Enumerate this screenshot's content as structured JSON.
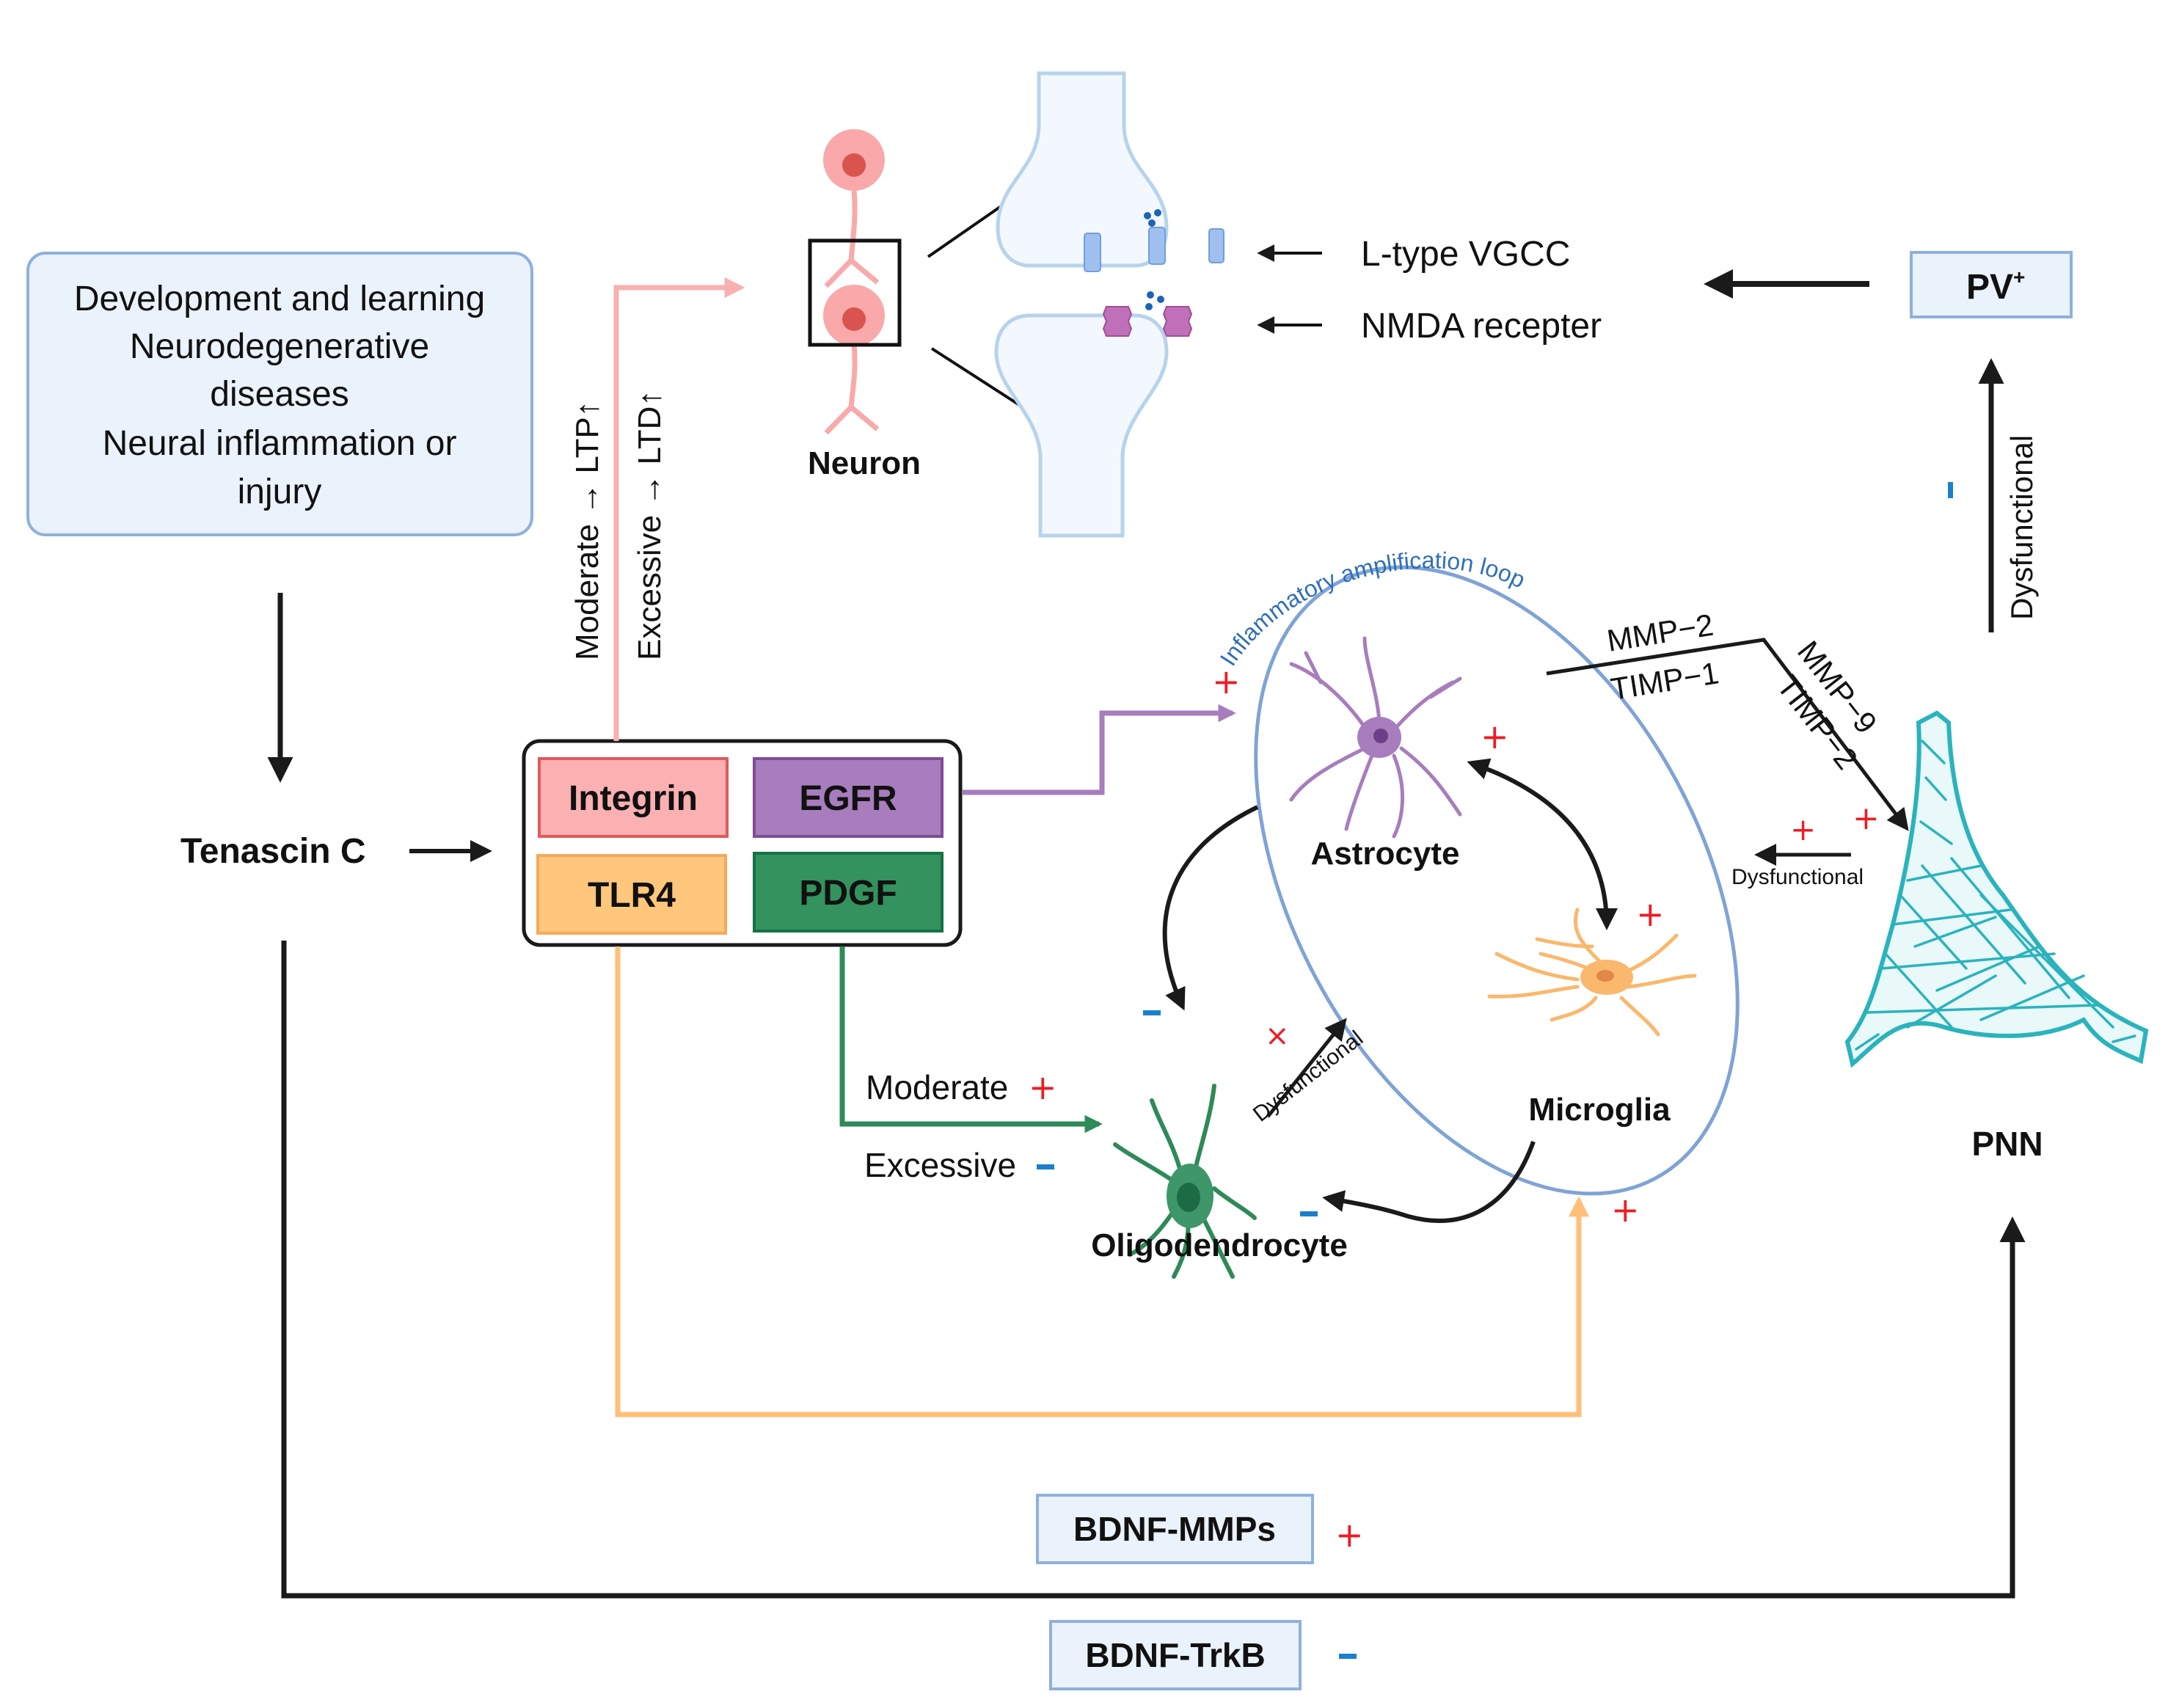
{
  "context_box": {
    "lines": [
      "Development and learning",
      "Neurodegenerative",
      "diseases",
      "Neural inflammation or",
      "injury"
    ]
  },
  "tenascin": {
    "label": "Tenascin C"
  },
  "receptors": [
    {
      "label": "Integrin",
      "fill": "#fbb0b1",
      "stroke": "#e05a5c"
    },
    {
      "label": "EGFR",
      "fill": "#a77dbd",
      "stroke": "#7d4d96"
    },
    {
      "label": "TLR4",
      "fill": "#ffc77c",
      "stroke": "#f6a85a"
    },
    {
      "label": "PDGF",
      "fill": "#34925e",
      "stroke": "#147244"
    }
  ],
  "integrin_path": {
    "moderate_label": "Moderate → LTP↑",
    "excessive_label": "Excessive → LTD↑",
    "color": "#f9b0b0"
  },
  "neuron": {
    "label": "Neuron"
  },
  "synapse": {
    "vgcc_label": "L-type VGCC",
    "nmda_label": "NMDA recepter"
  },
  "pv": {
    "label": "PV",
    "superscript": "+"
  },
  "pv_arrow": {
    "label": "Dysfunctional",
    "sign": "-"
  },
  "loop": {
    "label": "Inflammatory amplification loop",
    "color": "#7fa3d6",
    "text_color": "#2f6fb8"
  },
  "cells": {
    "astrocyte": {
      "label": "Astrocyte",
      "color": "#a77dbd"
    },
    "microglia": {
      "label": "Microglia",
      "color": "#f9b86c"
    },
    "oligodendrocyte": {
      "label": "Oligodendrocyte",
      "color": "#2f8a59"
    },
    "pnn": {
      "label": "PNN",
      "color": "#2ab3bd"
    }
  },
  "mmp": {
    "mmp2": "MMP−2",
    "timp1": "TIMP−1",
    "mmp9": "MMP−9",
    "timp2": "TIMP−2"
  },
  "pdgf_path": {
    "moderate_label": "Moderate",
    "moderate_sign": "+",
    "excessive_label": "Excessive",
    "excessive_sign": "-"
  },
  "dysfunctional_labels": {
    "oligo_to_loop": "Dysfunctional",
    "pnn_to_loop": "Dysfunctional"
  },
  "signs": {
    "egfr_to_astro": "+",
    "astro_plus": "+",
    "microglia_plus": "+",
    "astro_to_oligo": "-",
    "microglia_to_oligo": "-",
    "oligo_dysfunctional": "×",
    "pnn_dysfunctional": "+",
    "mmp9_plus": "+",
    "pnn_minus": "-",
    "tlr4_plus": "+",
    "bdnf_mmps": "+",
    "bdnf_trkb": "-"
  },
  "bdnf": {
    "mmps_label": "BDNF-MMPs",
    "trkb_label": "BDNF-TrkB"
  }
}
